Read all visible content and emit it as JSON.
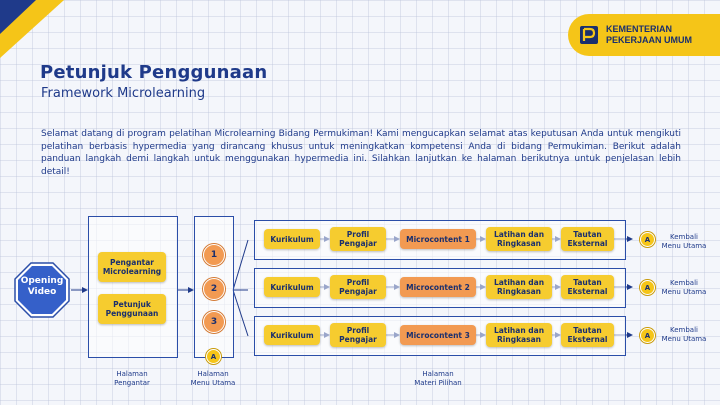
{
  "brand": {
    "line1": "KEMENTERIAN",
    "line2": "PEKERJAAN UMUM",
    "logo_icon": "pu-logo-icon"
  },
  "header": {
    "title": "Petunjuk Penggunaan",
    "subtitle": "Framework Microlearning"
  },
  "intro": "Selamat datang di program pelatihan Microlearning Bidang Permukiman! Kami mengucapkan selamat atas keputusan Anda untuk mengikuti pelatihan berbasis hypermedia yang dirancang khusus untuk meningkatkan kompetensi Anda di bidang Permukiman. Berikut adalah panduan langkah demi langkah untuk menggunakan hypermedia ini. Silahkan lanjutkan ke halaman berikutnya untuk penjelasan lebih detail!",
  "opening": {
    "line1": "Opening",
    "line2": "Video"
  },
  "intro_pages": [
    {
      "line1": "Pengantar",
      "line2": "Microlearning"
    },
    {
      "line1": "Petunjuk",
      "line2": "Penggunaan"
    }
  ],
  "menu_numbers": [
    "1",
    "2",
    "3"
  ],
  "badge": "A",
  "rows": [
    {
      "kurikulum": "Kurikulum",
      "profil1": "Profil",
      "profil2": "Pengajar",
      "micro": "Microcontent 1",
      "latihan1": "Latihan dan",
      "latihan2": "Ringkasan",
      "tautan1": "Tautan",
      "tautan2": "Eksternal",
      "kembali1": "Kembali",
      "kembali2": "Menu Utama"
    },
    {
      "kurikulum": "Kurikulum",
      "profil1": "Profil",
      "profil2": "Pengajar",
      "micro": "Microcontent 2",
      "latihan1": "Latihan dan",
      "latihan2": "Ringkasan",
      "tautan1": "Tautan",
      "tautan2": "Eksternal",
      "kembali1": "Kembali",
      "kembali2": "Menu Utama"
    },
    {
      "kurikulum": "Kurikulum",
      "profil1": "Profil",
      "profil2": "Pengajar",
      "micro": "Microcontent 3",
      "latihan1": "Latihan dan",
      "latihan2": "Ringkasan",
      "tautan1": "Tautan",
      "tautan2": "Eksternal",
      "kembali1": "Kembali",
      "kembali2": "Menu Utama"
    }
  ],
  "captions": {
    "pengantar": {
      "line1": "Halaman",
      "line2": "Pengantar"
    },
    "menu": {
      "line1": "Halaman",
      "line2": "Menu Utama"
    },
    "materi": {
      "line1": "Halaman",
      "line2": "Materi Pilihan"
    }
  },
  "colors": {
    "navy": "#1f3a8a",
    "yellow": "#f6cc2f",
    "orange": "#f29a52",
    "background": "#f4f6fb"
  }
}
